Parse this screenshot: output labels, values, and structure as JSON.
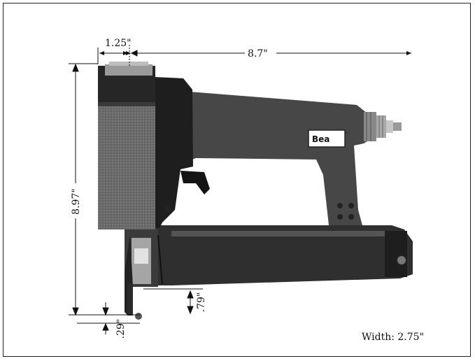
{
  "dimensions": {
    "head_width": "1.25\"",
    "overall_length": "8.7\"",
    "overall_height": "8.97\"",
    "nose_height": ".79\"",
    "tip_height": ".29\""
  },
  "width_note": "Width: 2.75\"",
  "logo_text": "Bea",
  "colors": {
    "body_dark": "#2e2e2e",
    "body_mid": "#4a4a4a",
    "body_speckle": "#7a7a7a",
    "line": "#111111"
  }
}
